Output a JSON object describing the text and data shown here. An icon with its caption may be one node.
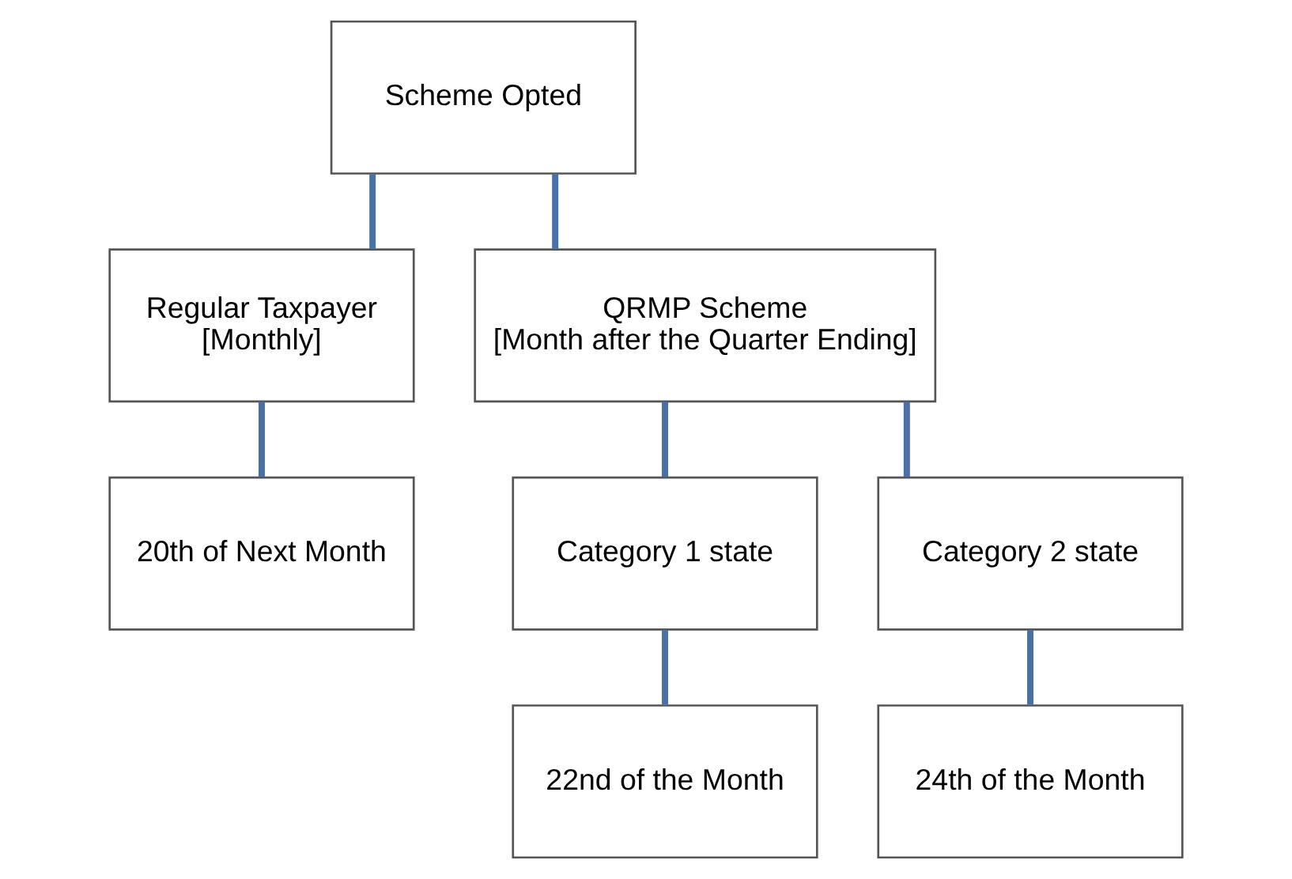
{
  "diagram": {
    "nodes": [
      {
        "text": [
          "Scheme Opted"
        ]
      },
      {
        "text": [
          "Regular Taxpayer",
          "[Monthly]"
        ]
      },
      {
        "text": [
          "QRMP Scheme",
          "[Month after the Quarter Ending]"
        ]
      },
      {
        "text": [
          "20th of Next Month"
        ]
      },
      {
        "text": [
          "Category 1 state"
        ]
      },
      {
        "text": [
          "Category 2 state"
        ]
      },
      {
        "text": [
          "22nd of the Month"
        ]
      },
      {
        "text": [
          "24th of the Month"
        ]
      }
    ],
    "edges": [
      {
        "from": 0,
        "to": 1,
        "arrow": "none"
      },
      {
        "from": 0,
        "to": 2,
        "arrow": "none"
      },
      {
        "from": 1,
        "to": 3,
        "arrow": "none"
      },
      {
        "from": 2,
        "to": 4,
        "arrow": "none"
      },
      {
        "from": 2,
        "to": 5,
        "arrow": "none"
      },
      {
        "from": 4,
        "to": 6,
        "arrow": "none"
      },
      {
        "from": 5,
        "to": 7,
        "arrow": "none"
      }
    ]
  }
}
